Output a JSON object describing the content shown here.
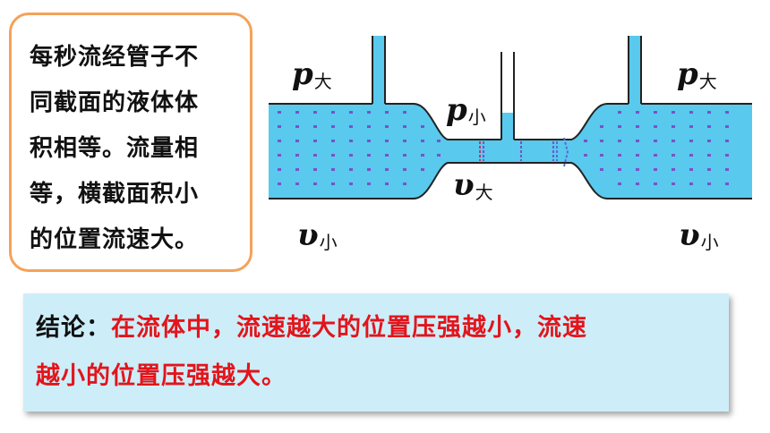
{
  "left_box": {
    "lines": [
      "每秒流经管子不",
      "同截面的液体体",
      "积相等。流量相",
      "等，横截面积小",
      "的位置流速大。"
    ]
  },
  "labels": {
    "p_left": {
      "symbol": "p",
      "sub": "大"
    },
    "p_middle": {
      "symbol": "p",
      "sub": "小"
    },
    "p_right": {
      "symbol": "p",
      "sub": "大"
    },
    "v_middle": {
      "symbol": "υ",
      "sub": "大"
    },
    "v_left": {
      "symbol": "υ",
      "sub": "小"
    },
    "v_right": {
      "symbol": "υ",
      "sub": "小"
    }
  },
  "conclusion": {
    "prefix": "结论：",
    "line1": "在流体中，流速越大的位置压强越小，流速",
    "line2": "越小的位置压强越大。"
  },
  "colors": {
    "water": "#59c9ee",
    "box_border": "#f4a259",
    "conclusion_bg": "#cdeef9",
    "conclusion_text": "#e3141b"
  }
}
